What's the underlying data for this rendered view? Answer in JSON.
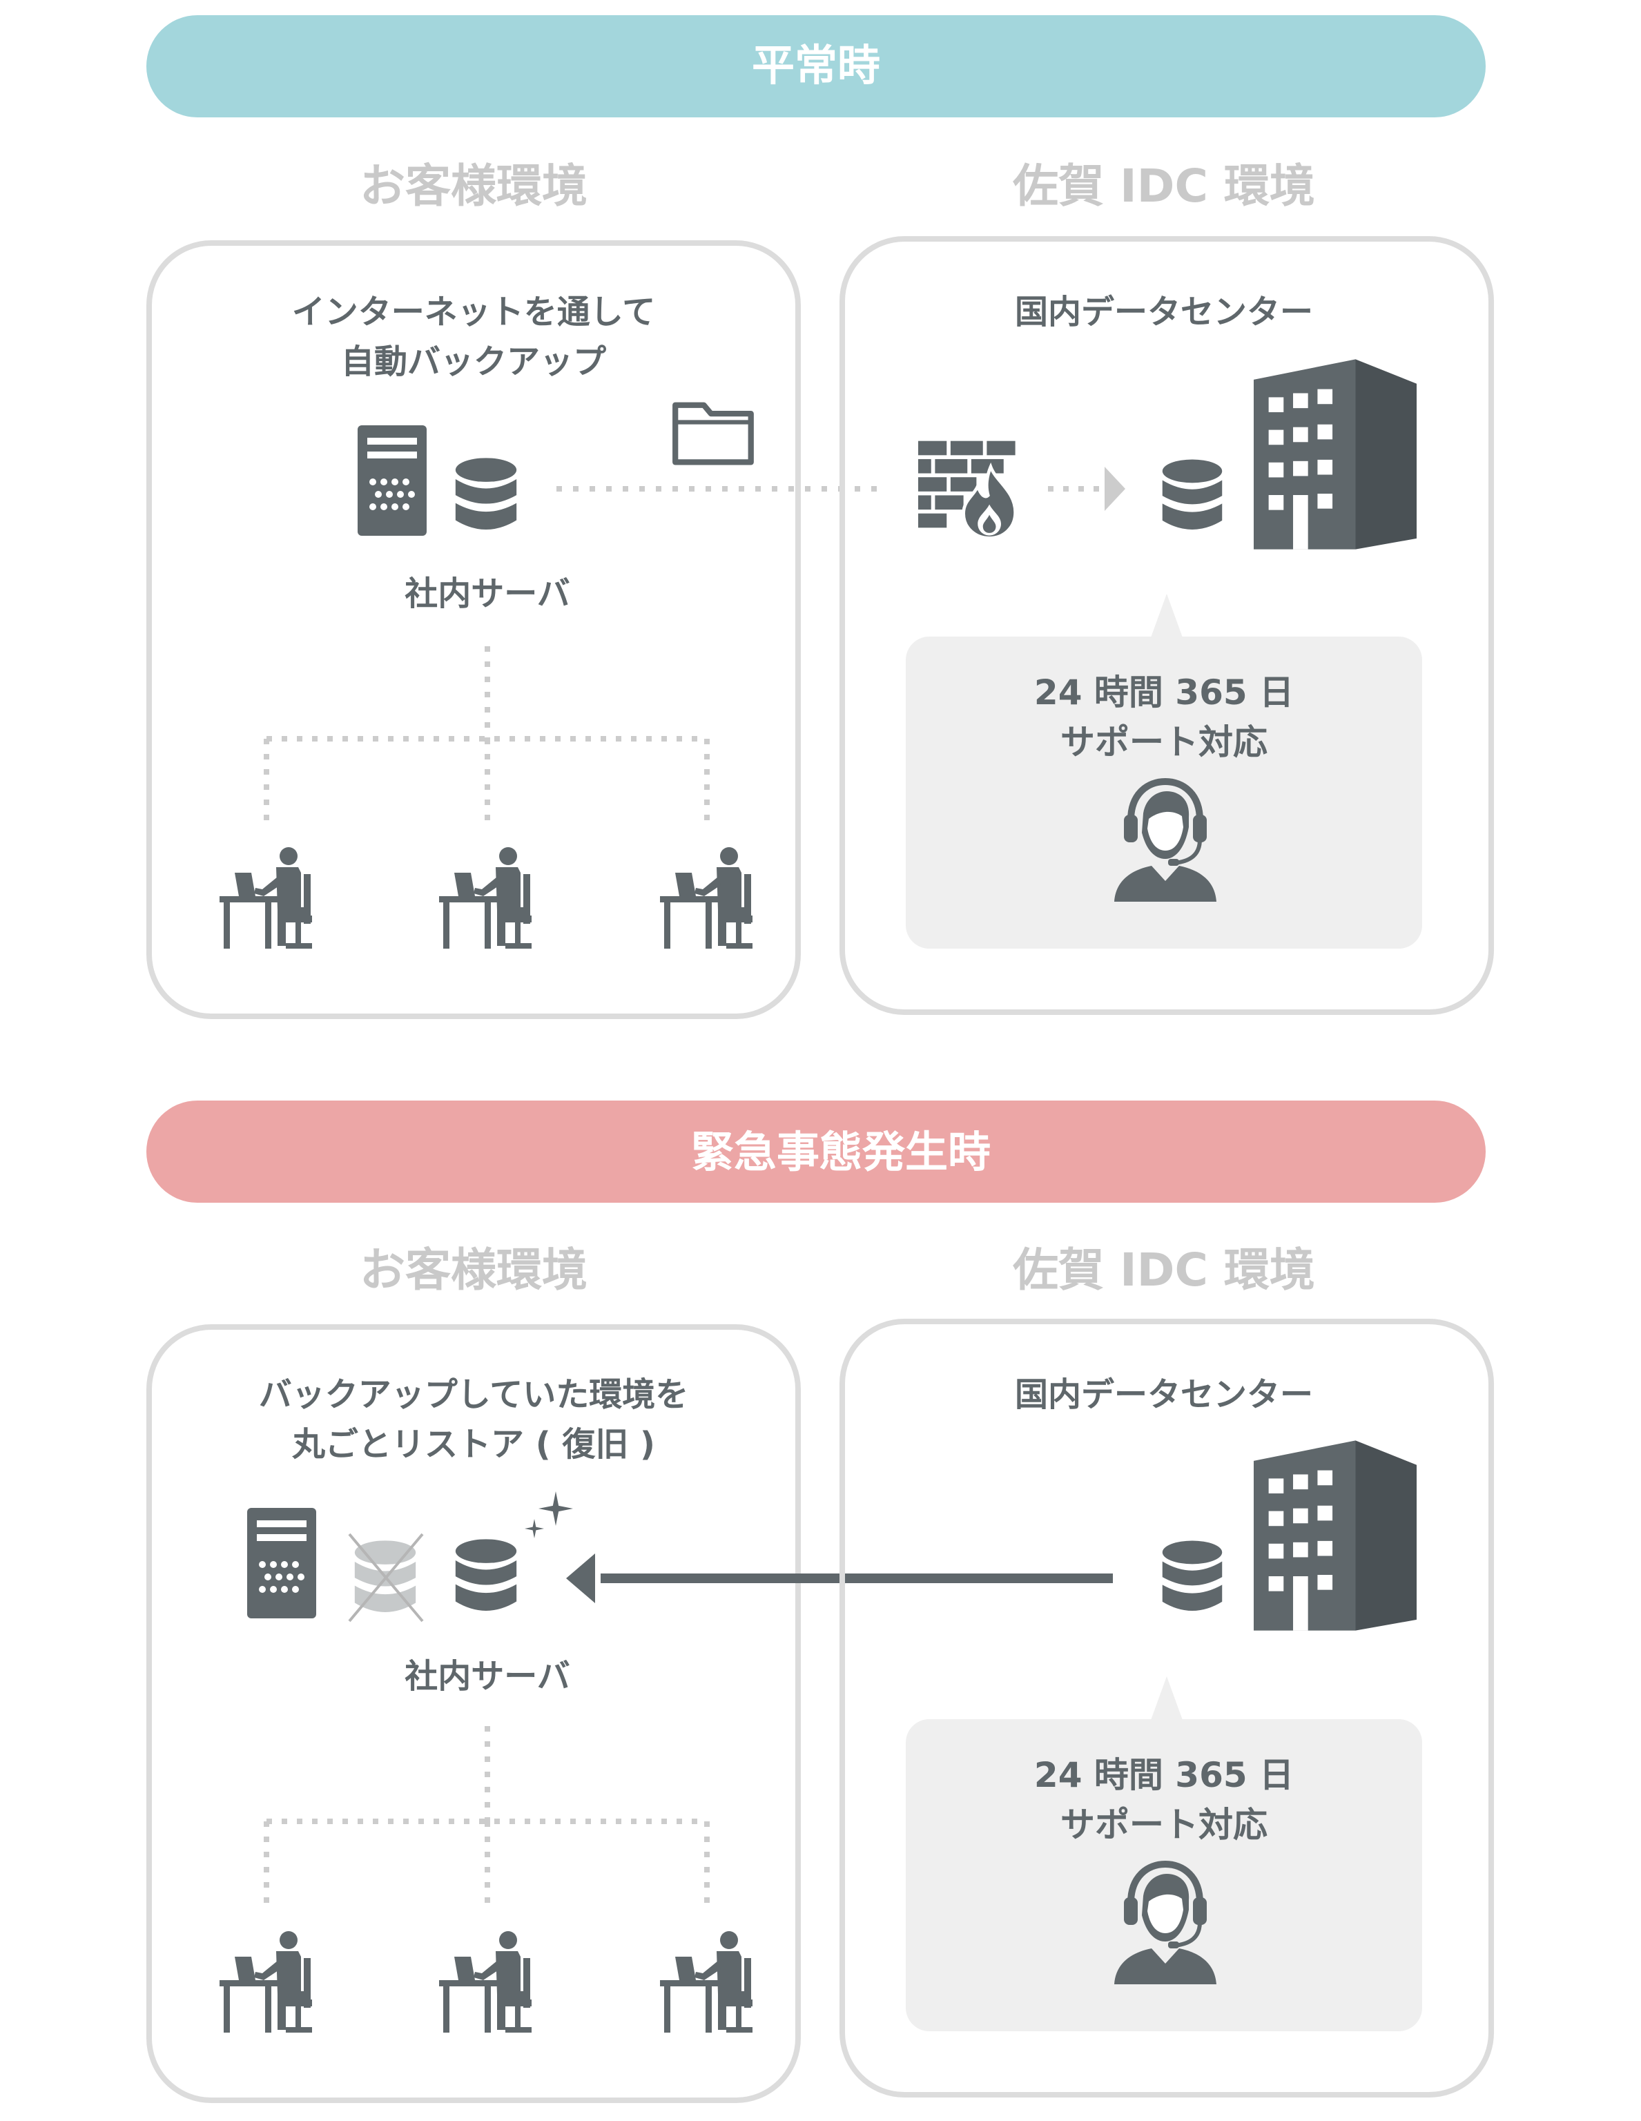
{
  "sections": [
    {
      "banner": "平常時",
      "banner_color": "#a3d6dc",
      "left_title": "お客様環境",
      "right_title": "佐賀 IDC 環境",
      "left_caption_1": "インターネットを通して",
      "left_caption_2": "自動バックアップ",
      "server_label": "社内サーバ",
      "right_caption": "国内データセンター",
      "support_line_1": "24 時間 365 日",
      "support_line_2": "サポート対応"
    },
    {
      "banner": "緊急事態発生時",
      "banner_color": "#eca6a6",
      "left_title": "お客様環境",
      "right_title": "佐賀 IDC 環境",
      "left_caption_1": "バックアップしていた環境を",
      "left_caption_2": "丸ごとリストア ( 復旧 )",
      "server_label": "社内サーバ",
      "right_caption": "国内データセンター",
      "support_line_1": "24 時間 365 日",
      "support_line_2": "サポート対応"
    }
  ],
  "colors": {
    "icon": "#5f676b",
    "panel_border": "#dcdcdc",
    "faint_title": "#c9c9c9",
    "dotted": "#cccccc",
    "support_box": "#efefef"
  },
  "icons": [
    "tower-server-icon",
    "database-icon",
    "folder-icon",
    "firewall-icon",
    "building-icon",
    "office-worker-icon",
    "operator-headset-icon",
    "sparkle-icon",
    "crossed-database-icon"
  ]
}
